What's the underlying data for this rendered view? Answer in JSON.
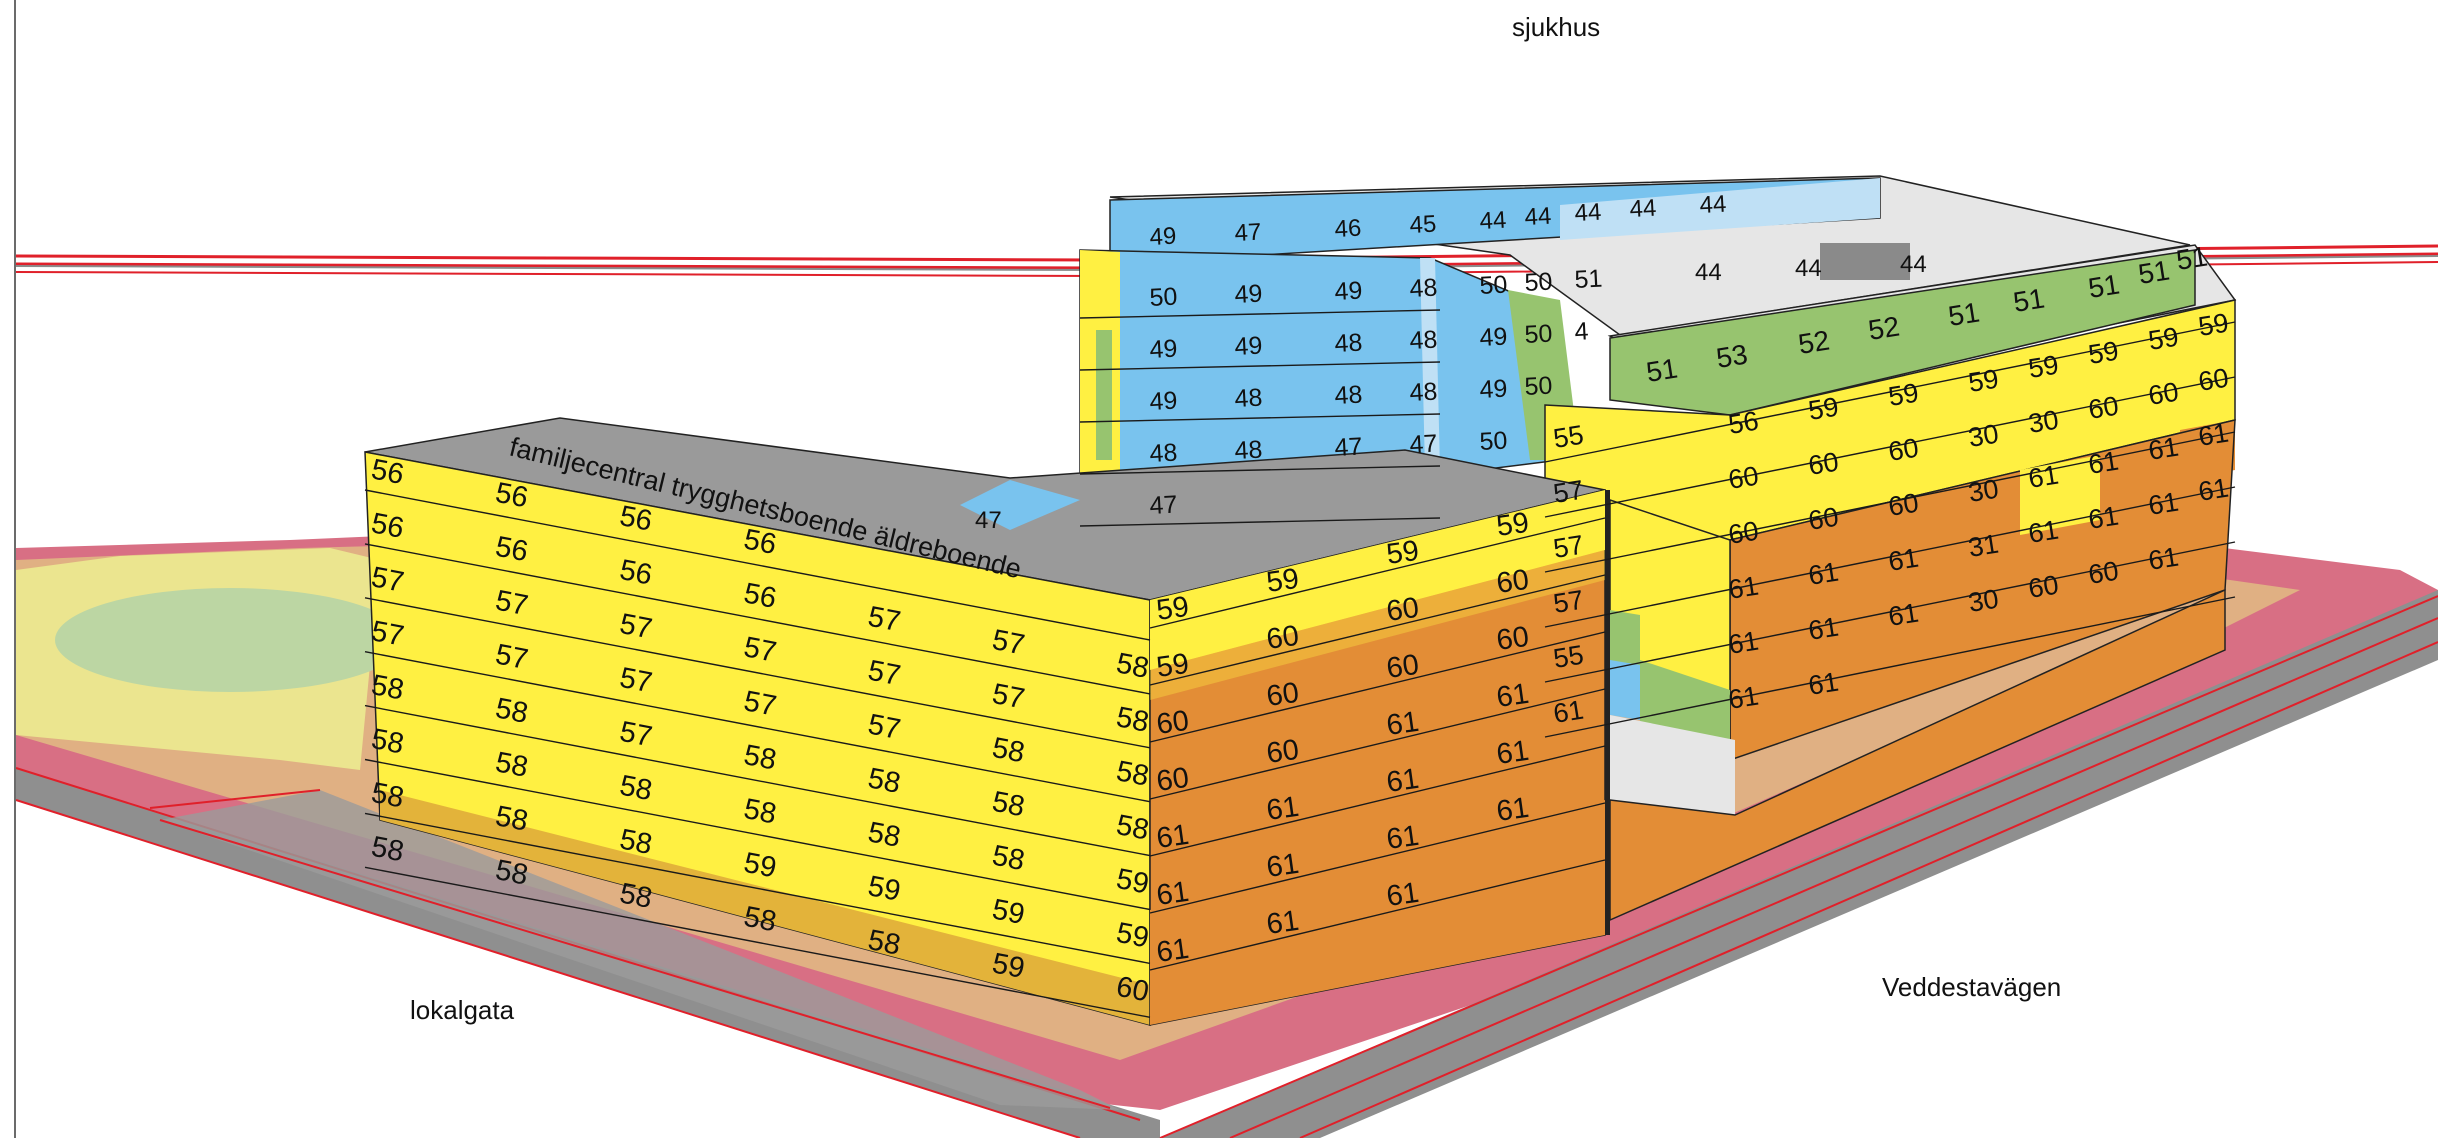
{
  "labels": {
    "north": "sjukhus",
    "west_street": "lokalgata",
    "east_street": "Veddestavägen",
    "roof_text": "familjecentral trygghetsboende äldreboende"
  },
  "legend_colors": {
    "below_45": "#bfe0f5",
    "45_50": "#79c3ee",
    "50_55": "#97c46f",
    "55_60": "#fff042",
    "60_65": "#e38d36",
    "roof": "#9a9a9a",
    "roof_light": "#e6e6e6",
    "ground_red": "#d86f84",
    "ground_orange": "#e0b083",
    "ground_yellow": "#ebe58f",
    "ground_green": "#bcd6a3",
    "road": "#8f8f8f"
  },
  "facades": {
    "front_wing_west": {
      "rows": [
        [
          "56",
          "56",
          "56",
          "56"
        ],
        [
          "56",
          "56",
          "56",
          "56",
          "57",
          "57",
          "58"
        ],
        [
          "57",
          "57",
          "57",
          "57",
          "57",
          "57",
          "58"
        ],
        [
          "57",
          "57",
          "57",
          "57",
          "57",
          "58",
          "58"
        ],
        [
          "58",
          "58",
          "57",
          "58",
          "58",
          "58",
          "58"
        ],
        [
          "58",
          "58",
          "58",
          "58",
          "58",
          "58",
          "59"
        ],
        [
          "58",
          "58",
          "58",
          "59",
          "59",
          "59",
          "59"
        ],
        [
          "58",
          "58",
          "58",
          "58",
          "58",
          "59",
          "60"
        ]
      ]
    },
    "front_wing_east": {
      "rows": [
        [
          "59",
          "59",
          "59",
          "59"
        ],
        [
          "59",
          "60",
          "60",
          "60"
        ],
        [
          "60",
          "60",
          "60",
          "60"
        ],
        [
          "60",
          "60",
          "61",
          "61"
        ],
        [
          "61",
          "61",
          "61",
          "61"
        ],
        [
          "61",
          "61",
          "61",
          "61"
        ],
        [
          "61",
          "61",
          "61"
        ]
      ]
    },
    "east_block_front": {
      "rows": [
        [
          "55",
          "56",
          "59",
          "59",
          "59",
          "59",
          "59",
          "59",
          "59"
        ],
        [
          "57",
          "60",
          "60",
          "60",
          "30",
          "30",
          "60",
          "60",
          "60"
        ],
        [
          "57",
          "60",
          "60",
          "60",
          "30",
          "61",
          "61",
          "61",
          "61"
        ],
        [
          "57",
          "61",
          "61",
          "61",
          "31",
          "61",
          "61",
          "61",
          "61"
        ],
        [
          "55",
          "61",
          "61",
          "61",
          "30",
          "60",
          "60",
          "61"
        ],
        [
          "61",
          "61",
          "61"
        ]
      ]
    },
    "north_wing": {
      "rows": [
        [
          "49",
          "47",
          "46",
          "45",
          "44",
          "44",
          "44",
          "44",
          "44"
        ],
        [
          "50",
          "49",
          "49",
          "48",
          "50",
          "50",
          "51"
        ],
        [
          "49",
          "49",
          "48",
          "48",
          "49",
          "50",
          "4"
        ],
        [
          "49",
          "48",
          "48",
          "48",
          "49",
          "50"
        ],
        [
          "48",
          "48",
          "47",
          "47",
          "50"
        ],
        [
          "47"
        ]
      ]
    },
    "north_east_roof_edge": [
      "51",
      "53",
      "52",
      "52",
      "51",
      "51",
      "51",
      "51",
      "51"
    ],
    "courtyard": [
      "47",
      "44",
      "44",
      "44"
    ]
  }
}
